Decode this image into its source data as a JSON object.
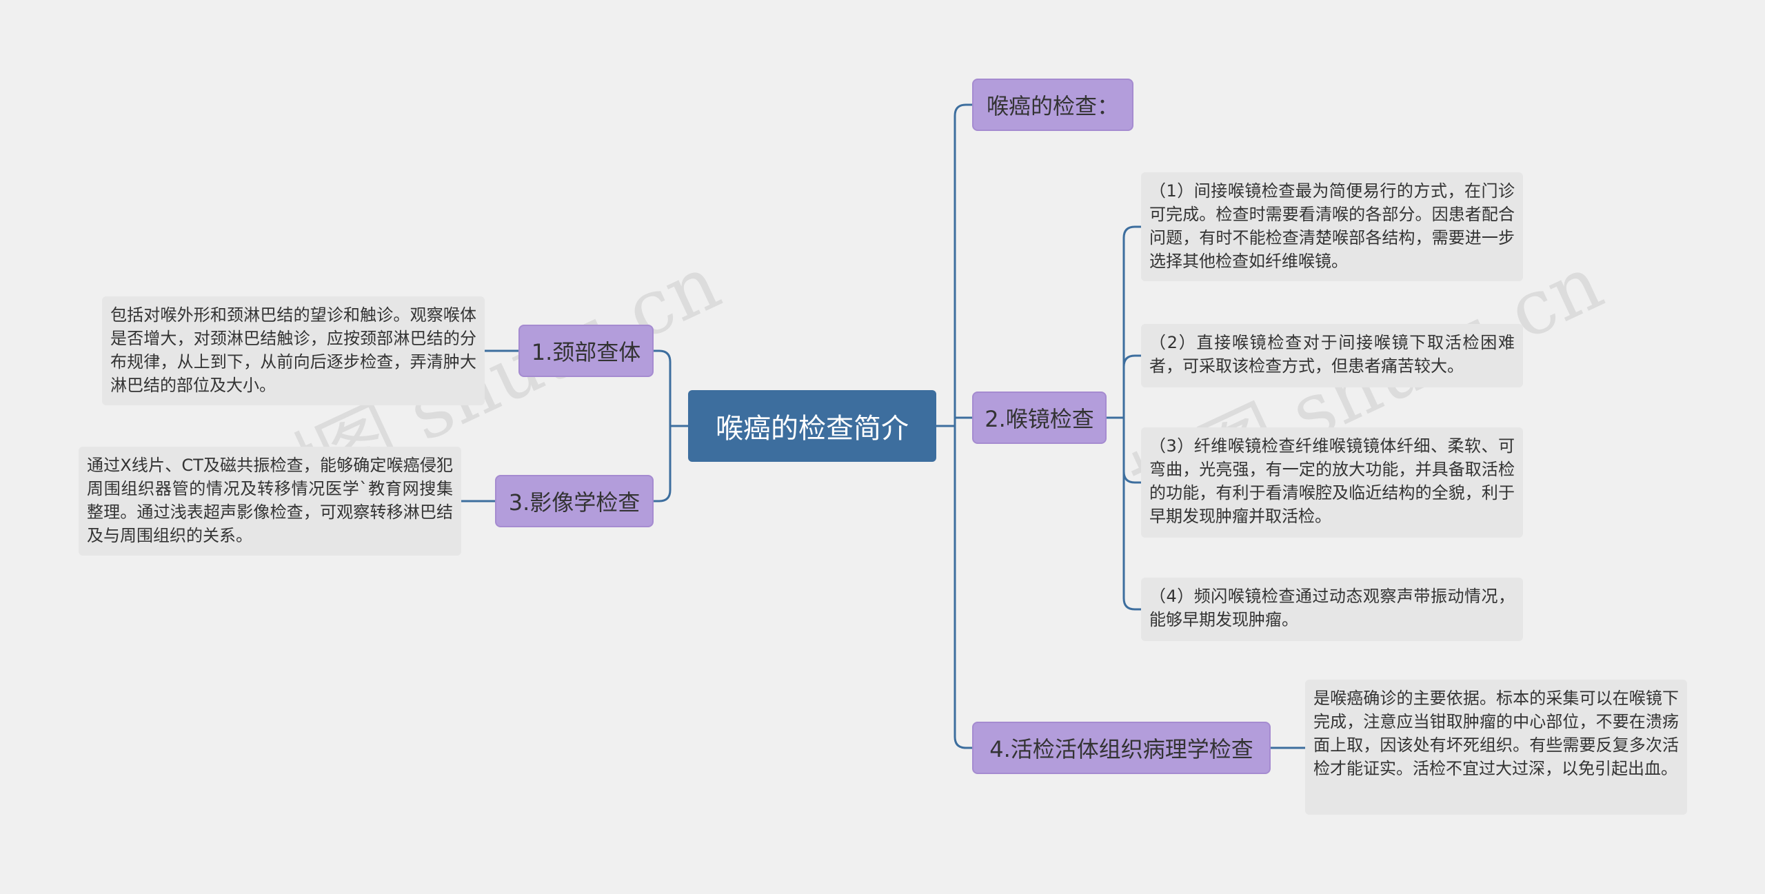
{
  "root": {
    "label": "喉癌的检查简介"
  },
  "branches": [
    {
      "id": "b0",
      "label": "喉癌的检查："
    },
    {
      "id": "b1",
      "label": "2.喉镜检查"
    },
    {
      "id": "b2",
      "label": "4.活检活体组织病理学检查"
    },
    {
      "id": "b3",
      "label": "1.颈部查体"
    },
    {
      "id": "b4",
      "label": "3.影像学检查"
    }
  ],
  "leaves": [
    {
      "id": "l0",
      "text": "（1）间接喉镜检查最为简便易行的方式，在门诊可完成。检查时需要看清喉的各部分。因患者配合问题，有时不能检查清楚喉部各结构，需要进一步选择其他检查如纤维喉镜。"
    },
    {
      "id": "l1",
      "text": "（2）直接喉镜检查对于间接喉镜下取活检困难者，可采取该检查方式，但患者痛苦较大。"
    },
    {
      "id": "l2",
      "text": "（3）纤维喉镜检查纤维喉镜镜体纤细、柔软、可弯曲，光亮强，有一定的放大功能，并具备取活检的功能，有利于看清喉腔及临近结构的全貌，利于早期发现肿瘤并取活检。"
    },
    {
      "id": "l3",
      "text": "（4）频闪喉镜检查通过动态观察声带振动情况，能够早期发现肿瘤。"
    },
    {
      "id": "l4",
      "text": "是喉癌确诊的主要依据。标本的采集可以在喉镜下完成，注意应当钳取肿瘤的中心部位，不要在溃疡面上取，因该处有坏死组织。有些需要反复多次活检才能证实。活检不宜过大过深，以免引起出血。"
    },
    {
      "id": "l5",
      "text": "包括对喉外形和颈淋巴结的望诊和触诊。观察喉体是否增大，对颈淋巴结触诊，应按颈部淋巴结的分布规律，从上到下，从前向后逐步检查，弄清肿大淋巴结的部位及大小。"
    },
    {
      "id": "l6",
      "text": "通过X线片、CT及磁共振检查，能够确定喉癌侵犯周围组织器管的情况及转移情况医学`教育网搜集整理。通过浅表超声影像检查，可观察转移淋巴结及与周围组织的关系。"
    }
  ],
  "watermarks": [
    "树图 shutu.cn",
    "树图 shutu.cn"
  ],
  "colors": {
    "edge": "#3d6e9e",
    "root": "#3d6e9e",
    "branch": "#b39ddb",
    "leaf": "#e6e6e6"
  }
}
